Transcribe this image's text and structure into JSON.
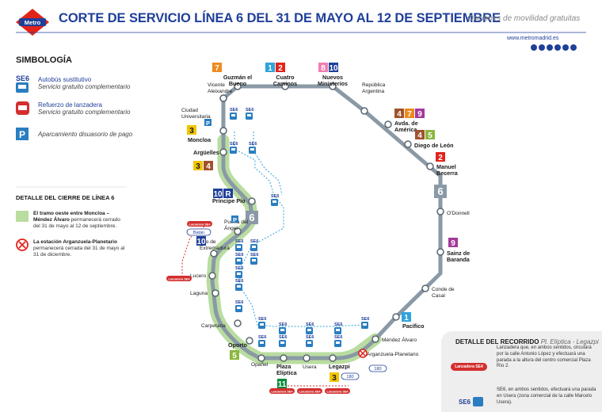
{
  "header": {
    "logo_text": "Metro",
    "title": "CORTE DE SERVICIO LÍNEA 6 DEL 31 DE MAYO AL 12 DE SEPTIEMBRE",
    "subtitle": "Opciones de movilidad gratuitas",
    "website": "www.metromadrid.es"
  },
  "legend": {
    "title": "SIMBOLOGÍA",
    "items": [
      {
        "icon": "SE6",
        "label": "Autobús sustitutivo",
        "sub": "Servicio gratuito complementario"
      },
      {
        "icon": "lanzadera-icon",
        "label": "Refuerzo de lanzadera",
        "sub": "Servicio gratuito complementario"
      },
      {
        "icon": "P",
        "label": "",
        "sub": "Aparcamiento disuasorio de pago"
      }
    ]
  },
  "closure": {
    "title": "DETALLE DEL CIERRE DE LÍNEA 6",
    "item1_bold": "El tramo oeste entre Moncloa – Méndez Álvaro",
    "item1_rest": " permanecerá cerrado del 31 de mayo al 12 de septiembre.",
    "item2_bold": "La estación Arganzuela-Planetario",
    "item2_rest": " permanecerá cerrada del 31 de mayo al 31 de diciembre."
  },
  "route_panel": {
    "title": "DETALLE DEL RECORRIDO",
    "title_sub": "Pl. Elíptica - Legazpi",
    "lanzadera_badge": "Lanzadera SE4",
    "lanzadera_text": "Lanzadera que, en ambos sentidos, circulará por la calle Antonio López y efectuará una parada a la altura del centro comercial Plaza Río 2.",
    "se6_badge": "SE6",
    "se6_text": "SE6, en ambos sentidos, efectuará una parada en Usera (zona comercial de la calle Marcelo Usera)."
  },
  "line": {
    "number": "6",
    "color": "#8a99a6",
    "closed_color": "#b9dda0"
  },
  "stations": [
    {
      "name": "Guzmán el Bueno",
      "bold": true
    },
    {
      "name": "Cuatro Caminos",
      "bold": true
    },
    {
      "name": "Nuevos Ministerios",
      "bold": true
    },
    {
      "name": "República Argentina",
      "bold": false
    },
    {
      "name": "Avda. de América",
      "bold": true
    },
    {
      "name": "Diego de León",
      "bold": true
    },
    {
      "name": "Manuel Becerra",
      "bold": true
    },
    {
      "name": "O'Donnell",
      "bold": false
    },
    {
      "name": "Sainz de Baranda",
      "bold": true
    },
    {
      "name": "Conde de Casal",
      "bold": false
    },
    {
      "name": "Pacífico",
      "bold": true
    },
    {
      "name": "Méndez Álvaro",
      "bold": false
    },
    {
      "name": "Arganzuela-Planetario",
      "bold": false
    },
    {
      "name": "Legazpi",
      "bold": true
    },
    {
      "name": "Usera",
      "bold": false
    },
    {
      "name": "Plaza Elíptica",
      "bold": true
    },
    {
      "name": "Opañel",
      "bold": false
    },
    {
      "name": "Oporto",
      "bold": true
    },
    {
      "name": "Carpetana",
      "bold": false
    },
    {
      "name": "Laguna",
      "bold": false
    },
    {
      "name": "Lucero",
      "bold": false
    },
    {
      "name": "Alto de Extremadura",
      "bold": false
    },
    {
      "name": "Puerta del Ángel",
      "bold": false
    },
    {
      "name": "Príncipe Pío",
      "bold": true
    },
    {
      "name": "Argüelles",
      "bold": true
    },
    {
      "name": "Moncloa",
      "bold": true
    },
    {
      "name": "Ciudad Universitaria",
      "bold": false
    },
    {
      "name": "Vicente Aleixandre",
      "bold": false
    }
  ],
  "connections": {
    "guzman": [
      "7"
    ],
    "cuatro": [
      "1",
      "2"
    ],
    "nuevos": [
      "8",
      "10"
    ],
    "america": [
      "4",
      "7",
      "9"
    ],
    "diego": [
      "4",
      "5"
    ],
    "manuel": [
      "2"
    ],
    "sainz": [
      "9"
    ],
    "pacifico": [
      "1"
    ],
    "moncloa": [
      "3"
    ],
    "arguelles": [
      "3",
      "4"
    ],
    "principe": [
      "10",
      "R"
    ],
    "alto": [
      "10"
    ],
    "oporto": [
      "5"
    ],
    "legazpi": [
      "3"
    ],
    "elipticas": [
      "11"
    ]
  },
  "line_colors": {
    "1": "#2fa3db",
    "2": "#e2231a",
    "3": "#f2c500",
    "4": "#a0522d",
    "5": "#8bb73e",
    "7": "#ef8a1f",
    "8": "#f07eb0",
    "9": "#a33a9a",
    "10": "#1f3f99",
    "11": "#0a8a3c",
    "R": "#1f3f99"
  },
  "bus_labels": {
    "se6": "SE6",
    "batan": "Batán",
    "lanzadera": "Lanzadera SE4",
    "bus180": "180"
  },
  "colors": {
    "brand": "#1f3f99",
    "metro_red": "#e2231a",
    "lanzadera": "#d32f2f"
  }
}
